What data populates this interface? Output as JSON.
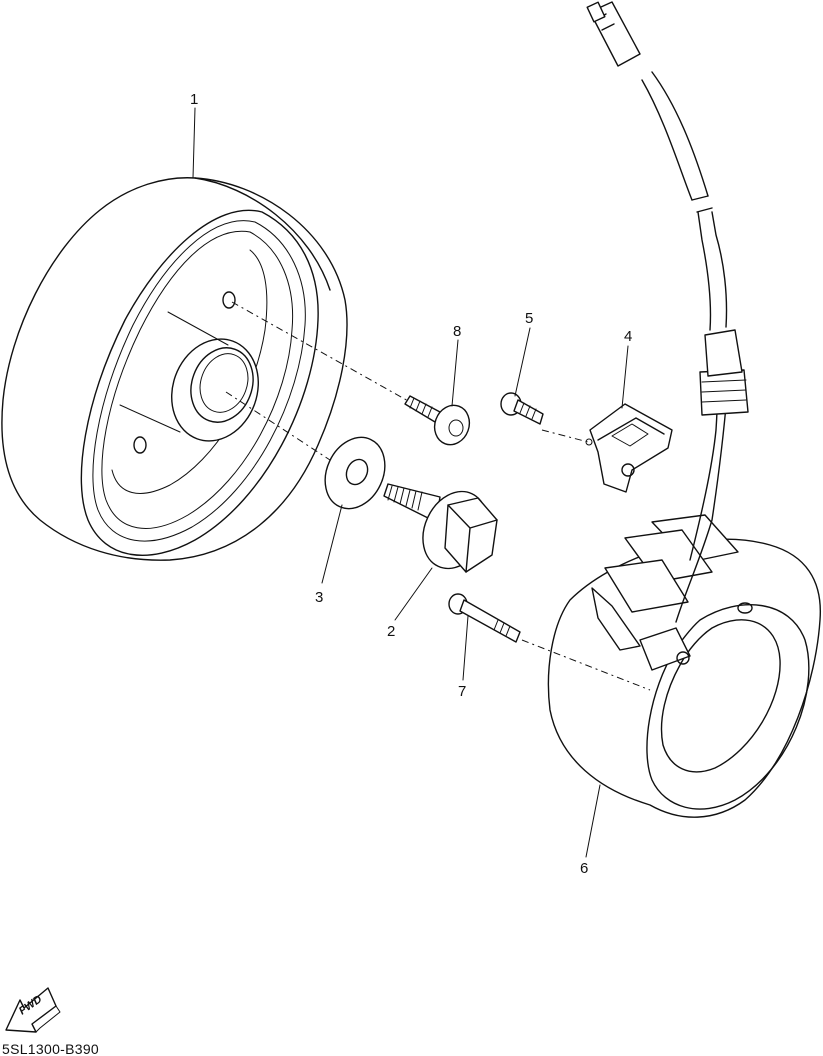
{
  "diagram": {
    "parts": [
      {
        "id": "1",
        "label": "1"
      },
      {
        "id": "2",
        "label": "2"
      },
      {
        "id": "3",
        "label": "3"
      },
      {
        "id": "4",
        "label": "4"
      },
      {
        "id": "5",
        "label": "5"
      },
      {
        "id": "6",
        "label": "6"
      },
      {
        "id": "7",
        "label": "7"
      },
      {
        "id": "8",
        "label": "8"
      }
    ],
    "fwd_label": "FWD",
    "drawing_code": "5SL1300-B390"
  }
}
